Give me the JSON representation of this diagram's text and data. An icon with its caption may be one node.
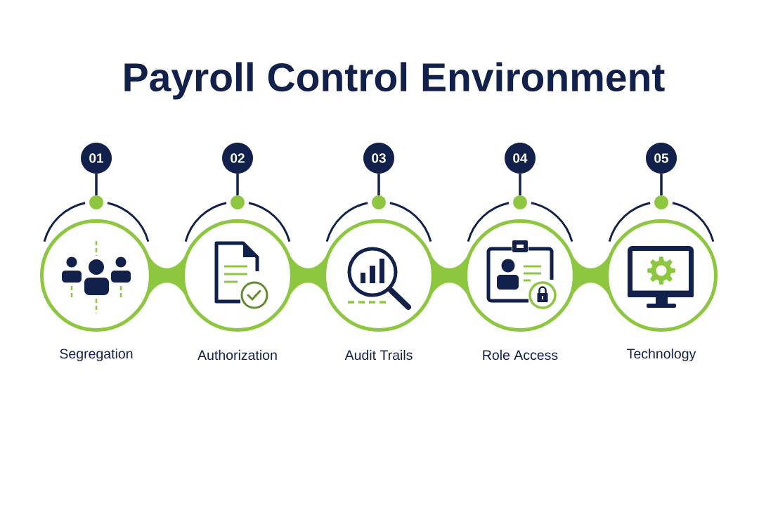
{
  "diagram": {
    "title": "Payroll Control Environment",
    "nodes": [
      {
        "text": [
          "01"
        ]
      },
      {
        "text": [
          "02"
        ]
      },
      {
        "text": [
          "03"
        ]
      },
      {
        "text": [
          "04"
        ]
      },
      {
        "text": [
          "05"
        ]
      },
      {
        "text": [
          "Segregation"
        ]
      },
      {
        "text": [
          "Authorization"
        ]
      },
      {
        "text": [
          "Audit Trails"
        ]
      },
      {
        "text": [
          "Role Access"
        ]
      },
      {
        "text": [
          "Technology"
        ]
      }
    ],
    "edges": [
      {
        "from": 0,
        "to": 5,
        "arrow": "other"
      },
      {
        "from": 1,
        "to": 6,
        "arrow": "other"
      },
      {
        "from": 2,
        "to": 7,
        "arrow": "other"
      },
      {
        "from": 3,
        "to": 8,
        "arrow": "other"
      },
      {
        "from": 4,
        "to": 9,
        "arrow": "other"
      },
      {
        "from": 5,
        "to": 6,
        "arrow": "none",
        "style": "thick",
        "color": "#8dc63f"
      },
      {
        "from": 6,
        "to": 7,
        "arrow": "none",
        "style": "thick",
        "color": "#8dc63f"
      },
      {
        "from": 7,
        "to": 8,
        "arrow": "none",
        "style": "thick",
        "color": "#8dc63f"
      },
      {
        "from": 8,
        "to": 9,
        "arrow": "none",
        "style": "thick",
        "color": "#8dc63f"
      }
    ]
  }
}
